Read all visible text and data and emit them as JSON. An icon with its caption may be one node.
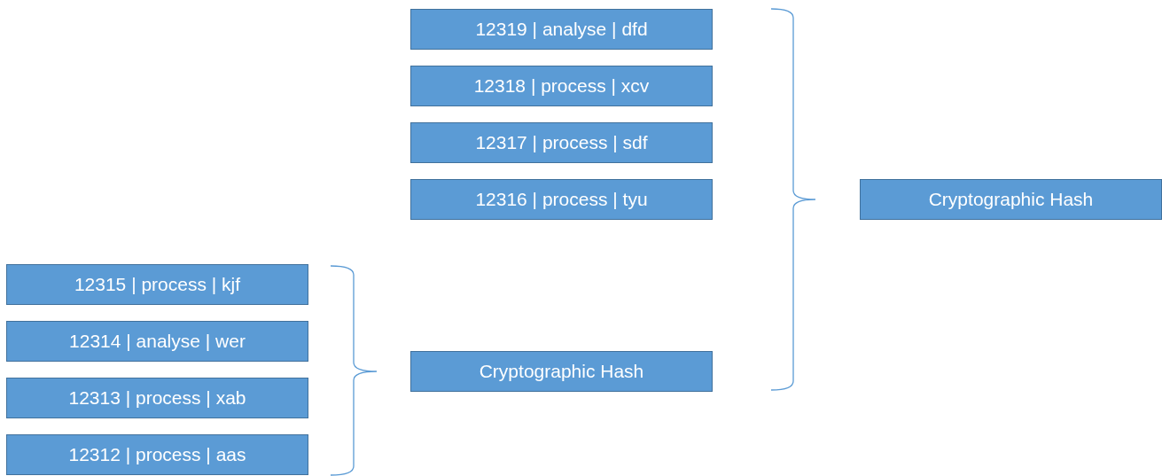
{
  "diagram": {
    "nodes": [
      {
        "text": [
          "12319 | analyse | dfd"
        ]
      },
      {
        "text": [
          "12318 | process | xcv"
        ]
      },
      {
        "text": [
          "12317 | process | sdf"
        ]
      },
      {
        "text": [
          "12316 | process | tyu"
        ]
      },
      {
        "text": [
          "Cryptographic Hash"
        ]
      },
      {
        "text": [
          "12315 | process | kjf"
        ]
      },
      {
        "text": [
          "12314 | analyse | wer"
        ]
      },
      {
        "text": [
          "12313 | process | xab"
        ]
      },
      {
        "text": [
          "12312 | process | aas"
        ]
      },
      {
        "text": [
          "Cryptographic Hash"
        ]
      }
    ]
  }
}
